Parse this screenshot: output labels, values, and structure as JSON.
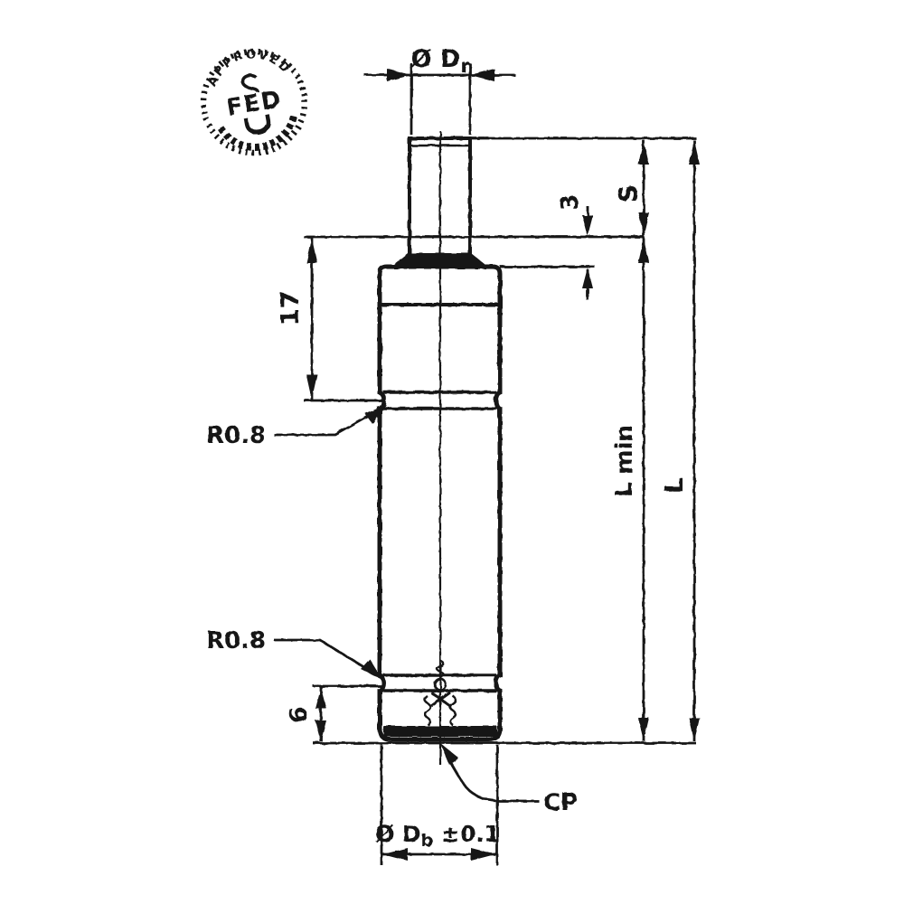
{
  "drawing": {
    "stamp": {
      "arc_top": "APPROVED",
      "center": "FED"
    },
    "dims": {
      "rod_dia_prefix": "Ø D",
      "rod_dia_sub": "r",
      "stroke": "S",
      "rod_projection": "3",
      "head_length": "17",
      "radius_top": "R0.8",
      "radius_bottom": "R0.8",
      "len_min": "L min",
      "len_total": "L",
      "base_height": "6",
      "charging_port": "CP",
      "body_dia_prefix": "Ø D",
      "body_dia_sub": "b",
      "body_dia_tol": " ±0.1"
    },
    "colors": {
      "ink": "#161616",
      "paper": "#ffffff"
    }
  }
}
